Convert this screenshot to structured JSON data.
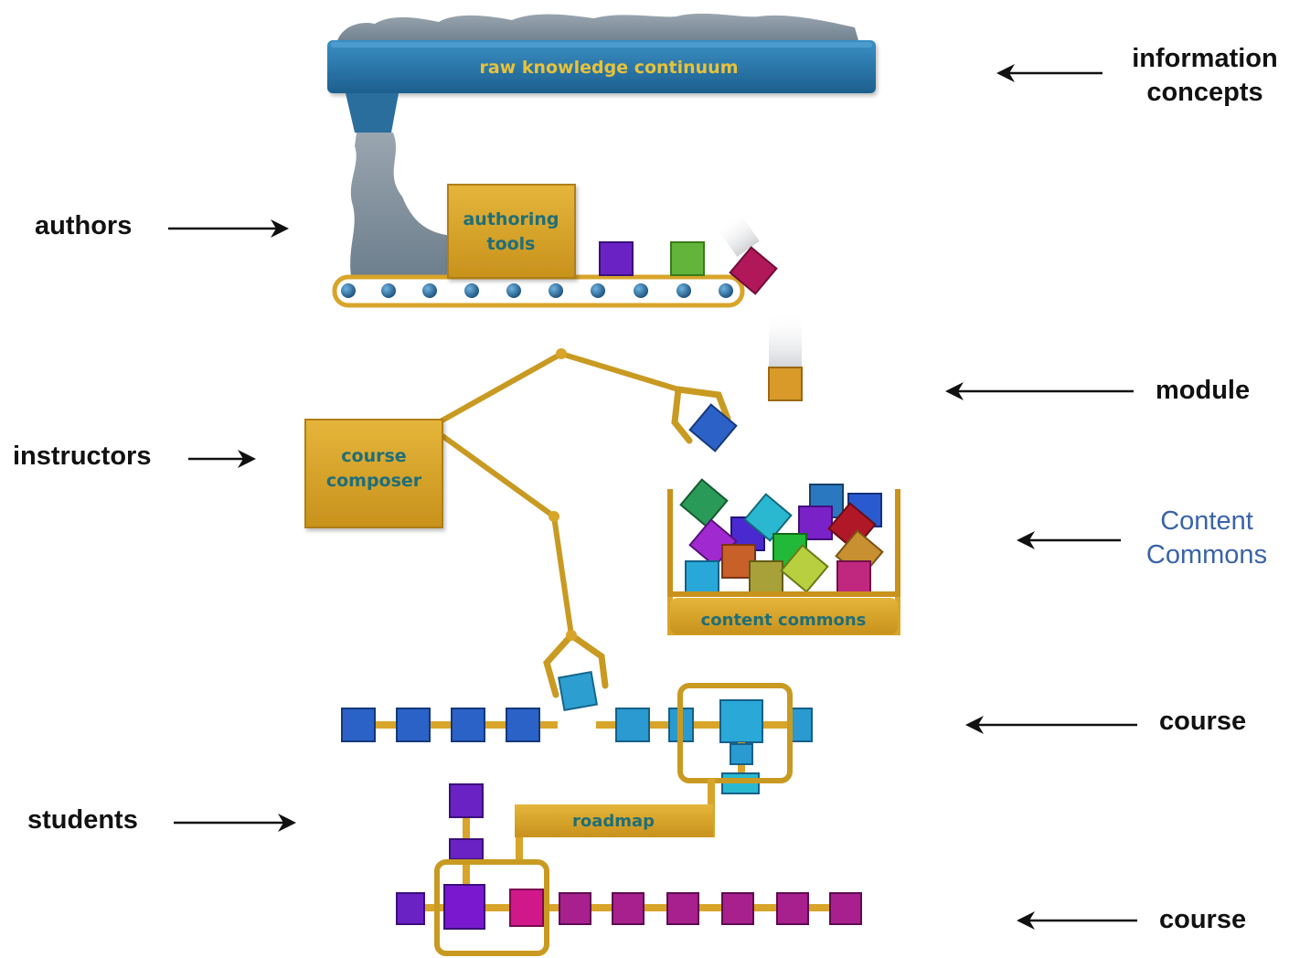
{
  "left_labels": {
    "authors": "authors",
    "instructors": "instructors",
    "students": "students"
  },
  "right_labels": {
    "information_concepts_line1": "information",
    "information_concepts_line2": "concepts",
    "module": "module",
    "content_commons_line1": "Content",
    "content_commons_line2": "Commons",
    "course_upper": "course",
    "course_lower": "course"
  },
  "diagram_labels": {
    "raw_knowledge": "raw knowledge continuum",
    "authoring_tools_line1": "authoring",
    "authoring_tools_line2": "tools",
    "course_composer_line1": "course",
    "course_composer_line2": "composer",
    "content_commons_bin": "content commons",
    "roadmap": "roadmap"
  },
  "colors": {
    "gold": "#d8a52a",
    "gold_dark": "#9c7214",
    "blue_bar": "#2a78ad",
    "inner_text_gold": "#e8c23a",
    "inner_text_teal": "#1f6e78",
    "content_commons_blue": "#3a63a8",
    "label_black": "#111111",
    "smoke_gray": "#7d8c99"
  }
}
